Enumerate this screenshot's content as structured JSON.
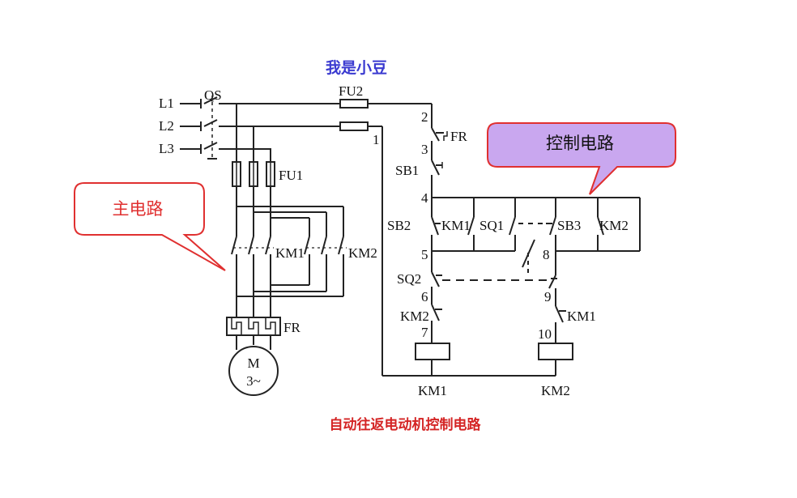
{
  "title_top": "我是小豆",
  "title_bottom": "自动往返电动机控制电路",
  "callouts": {
    "main_circuit": "主电路",
    "control_circuit": "控制电路"
  },
  "colors": {
    "title_top": "#3a3ad0",
    "title_bottom": "#d42424",
    "callout_border": "#e03030",
    "callout_purple_fill": "#c9a7ef"
  },
  "labels": {
    "L1": "L1",
    "L2": "L2",
    "L3": "L3",
    "QS": "QS",
    "FU1": "FU1",
    "FU2": "FU2",
    "KM1_main": "KM1",
    "KM2_main": "KM2",
    "FR_main": "FR",
    "motor_M": "M",
    "motor_phase": "3~",
    "n1": "1",
    "n2": "2",
    "n3": "3",
    "n4": "4",
    "n5": "5",
    "n6": "6",
    "n7": "7",
    "n8": "8",
    "n9": "9",
    "n10": "10",
    "FR_ctrl": "FR",
    "SB1": "SB1",
    "SB2": "SB2",
    "SB3": "SB3",
    "KM1_hold": "KM1",
    "KM2_hold": "KM2",
    "SQ1": "SQ1",
    "SQ2": "SQ2",
    "KM2_interlock": "KM2",
    "KM1_interlock": "KM1",
    "KM1_coil": "KM1",
    "KM2_coil": "KM2"
  }
}
